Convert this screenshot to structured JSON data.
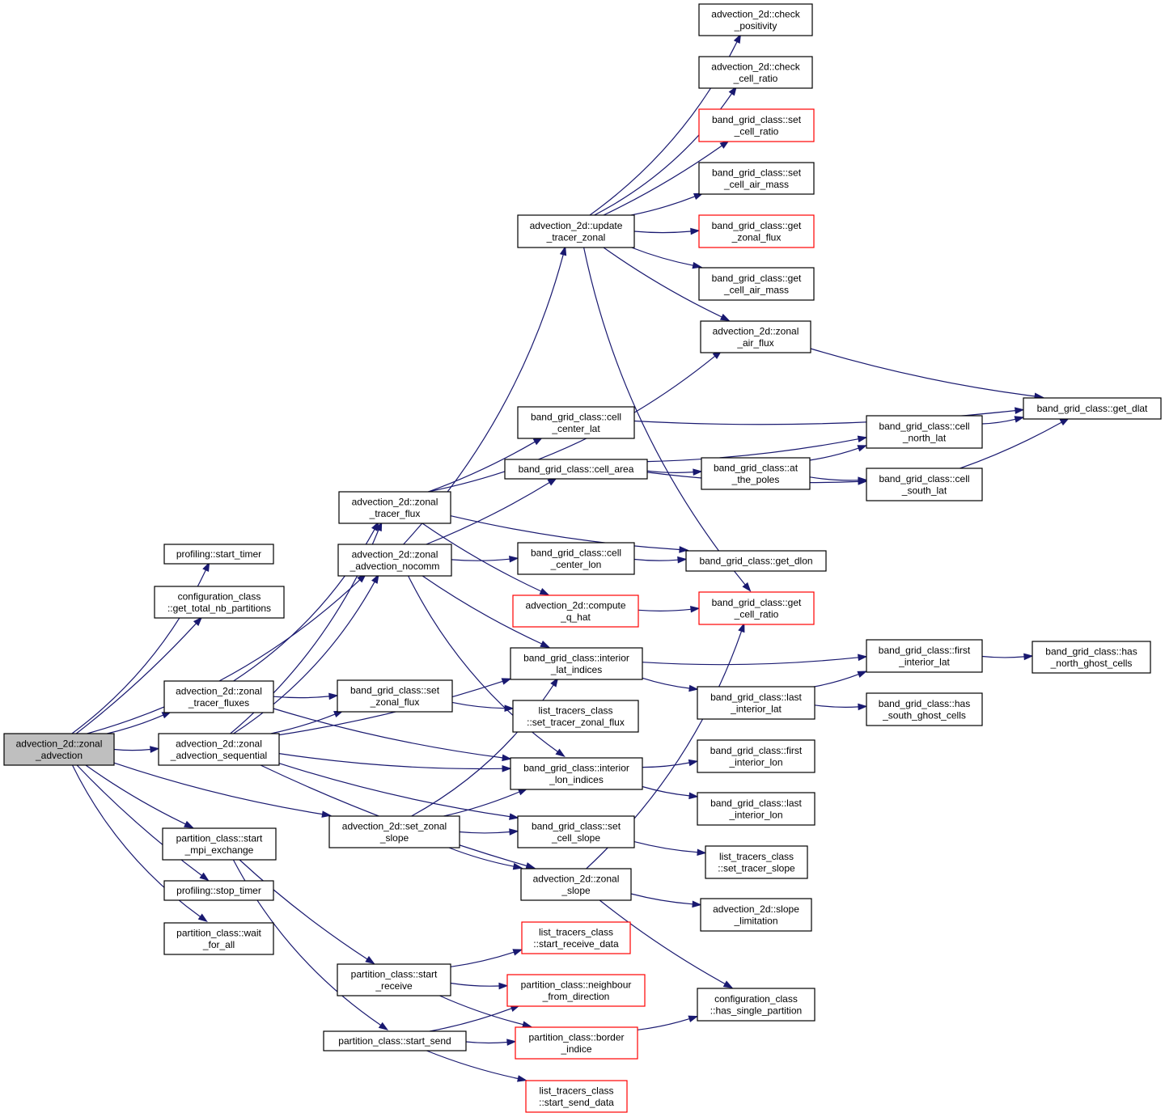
{
  "nodes": [
    {
      "id": "root",
      "lines": [
        "advection_2d::zonal",
        "_advection"
      ],
      "style": "root"
    },
    {
      "id": "prof_start",
      "lines": [
        "profiling::start_timer"
      ],
      "style": "normal"
    },
    {
      "id": "cfg_total",
      "lines": [
        "configuration_class",
        "::get_total_nb_partitions"
      ],
      "style": "normal"
    },
    {
      "id": "zonal_tracer_fluxes",
      "lines": [
        "advection_2d::zonal",
        "_tracer_fluxes"
      ],
      "style": "normal"
    },
    {
      "id": "zonal_adv_seq",
      "lines": [
        "advection_2d::zonal",
        "_advection_sequential"
      ],
      "style": "normal"
    },
    {
      "id": "start_mpi",
      "lines": [
        "partition_class::start",
        "_mpi_exchange"
      ],
      "style": "normal"
    },
    {
      "id": "prof_stop",
      "lines": [
        "profiling::stop_timer"
      ],
      "style": "normal"
    },
    {
      "id": "wait_all",
      "lines": [
        "partition_class::wait",
        "_for_all"
      ],
      "style": "normal"
    },
    {
      "id": "zonal_tracer_flux",
      "lines": [
        "advection_2d::zonal",
        "_tracer_flux"
      ],
      "style": "normal"
    },
    {
      "id": "zonal_adv_nocomm",
      "lines": [
        "advection_2d::zonal",
        "_advection_nocomm"
      ],
      "style": "normal"
    },
    {
      "id": "set_zonal_flux",
      "lines": [
        "band_grid_class::set",
        "_zonal_flux"
      ],
      "style": "normal"
    },
    {
      "id": "set_zonal_slope",
      "lines": [
        "advection_2d::set_zonal",
        "_slope"
      ],
      "style": "normal"
    },
    {
      "id": "start_receive",
      "lines": [
        "partition_class::start",
        "_receive"
      ],
      "style": "normal"
    },
    {
      "id": "start_send",
      "lines": [
        "partition_class::start_send"
      ],
      "style": "normal"
    },
    {
      "id": "update_tracer",
      "lines": [
        "advection_2d::update",
        "_tracer_zonal"
      ],
      "style": "normal"
    },
    {
      "id": "cell_center_lat",
      "lines": [
        "band_grid_class::cell",
        "_center_lat"
      ],
      "style": "normal"
    },
    {
      "id": "cell_area",
      "lines": [
        "band_grid_class::cell_area"
      ],
      "style": "normal"
    },
    {
      "id": "cell_center_lon",
      "lines": [
        "band_grid_class::cell",
        "_center_lon"
      ],
      "style": "normal"
    },
    {
      "id": "compute_q_hat",
      "lines": [
        "advection_2d::compute",
        "_q_hat"
      ],
      "style": "red"
    },
    {
      "id": "interior_lat",
      "lines": [
        "band_grid_class::interior",
        "_lat_indices"
      ],
      "style": "normal"
    },
    {
      "id": "set_tracer_zonal_flux",
      "lines": [
        "list_tracers_class",
        "::set_tracer_zonal_flux"
      ],
      "style": "normal"
    },
    {
      "id": "interior_lon",
      "lines": [
        "band_grid_class::interior",
        "_lon_indices"
      ],
      "style": "normal"
    },
    {
      "id": "set_cell_slope",
      "lines": [
        "band_grid_class::set",
        "_cell_slope"
      ],
      "style": "normal"
    },
    {
      "id": "zonal_slope",
      "lines": [
        "advection_2d::zonal",
        "_slope"
      ],
      "style": "normal"
    },
    {
      "id": "start_receive_data",
      "lines": [
        "list_tracers_class",
        "::start_receive_data"
      ],
      "style": "red"
    },
    {
      "id": "neighbour_dir",
      "lines": [
        "partition_class::neighbour",
        "_from_direction"
      ],
      "style": "red"
    },
    {
      "id": "border_indice",
      "lines": [
        "partition_class::border",
        "_indice"
      ],
      "style": "red"
    },
    {
      "id": "start_send_data",
      "lines": [
        "list_tracers_class",
        "::start_send_data"
      ],
      "style": "red"
    },
    {
      "id": "check_positivity",
      "lines": [
        "advection_2d::check",
        "_positivity"
      ],
      "style": "normal"
    },
    {
      "id": "check_cell_ratio",
      "lines": [
        "advection_2d::check",
        "_cell_ratio"
      ],
      "style": "normal"
    },
    {
      "id": "set_cell_ratio",
      "lines": [
        "band_grid_class::set",
        "_cell_ratio"
      ],
      "style": "red"
    },
    {
      "id": "set_cell_air_mass",
      "lines": [
        "band_grid_class::set",
        "_cell_air_mass"
      ],
      "style": "normal"
    },
    {
      "id": "get_zonal_flux",
      "lines": [
        "band_grid_class::get",
        "_zonal_flux"
      ],
      "style": "red"
    },
    {
      "id": "get_cell_air_mass",
      "lines": [
        "band_grid_class::get",
        "_cell_air_mass"
      ],
      "style": "normal"
    },
    {
      "id": "zonal_air_flux",
      "lines": [
        "advection_2d::zonal",
        "_air_flux"
      ],
      "style": "normal"
    },
    {
      "id": "at_the_poles",
      "lines": [
        "band_grid_class::at",
        "_the_poles"
      ],
      "style": "normal"
    },
    {
      "id": "get_dlon",
      "lines": [
        "band_grid_class::get_dlon"
      ],
      "style": "normal"
    },
    {
      "id": "get_cell_ratio",
      "lines": [
        "band_grid_class::get",
        "_cell_ratio"
      ],
      "style": "red"
    },
    {
      "id": "last_interior_lat",
      "lines": [
        "band_grid_class::last",
        "_interior_lat"
      ],
      "style": "normal"
    },
    {
      "id": "first_interior_lon",
      "lines": [
        "band_grid_class::first",
        "_interior_lon"
      ],
      "style": "normal"
    },
    {
      "id": "last_interior_lon",
      "lines": [
        "band_grid_class::last",
        "_interior_lon"
      ],
      "style": "normal"
    },
    {
      "id": "set_tracer_slope",
      "lines": [
        "list_tracers_class",
        "::set_tracer_slope"
      ],
      "style": "normal"
    },
    {
      "id": "slope_limitation",
      "lines": [
        "advection_2d::slope",
        "_limitation"
      ],
      "style": "normal"
    },
    {
      "id": "has_single_partition",
      "lines": [
        "configuration_class",
        "::has_single_partition"
      ],
      "style": "normal"
    },
    {
      "id": "cell_north_lat",
      "lines": [
        "band_grid_class::cell",
        "_north_lat"
      ],
      "style": "normal"
    },
    {
      "id": "cell_south_lat",
      "lines": [
        "band_grid_class::cell",
        "_south_lat"
      ],
      "style": "normal"
    },
    {
      "id": "first_interior_lat",
      "lines": [
        "band_grid_class::first",
        "_interior_lat"
      ],
      "style": "normal"
    },
    {
      "id": "has_south_ghost",
      "lines": [
        "band_grid_class::has",
        "_south_ghost_cells"
      ],
      "style": "normal"
    },
    {
      "id": "get_dlat",
      "lines": [
        "band_grid_class::get_dlat"
      ],
      "style": "normal"
    },
    {
      "id": "has_north_ghost",
      "lines": [
        "band_grid_class::has",
        "_north_ghost_cells"
      ],
      "style": "normal"
    }
  ],
  "edges": [
    [
      "root",
      "prof_start"
    ],
    [
      "root",
      "cfg_total"
    ],
    [
      "root",
      "zonal_tracer_fluxes"
    ],
    [
      "root",
      "zonal_adv_seq"
    ],
    [
      "root",
      "start_mpi"
    ],
    [
      "root",
      "prof_stop"
    ],
    [
      "root",
      "wait_all"
    ],
    [
      "root",
      "zonal_adv_nocomm"
    ],
    [
      "root",
      "set_zonal_slope"
    ],
    [
      "zonal_tracer_fluxes",
      "zonal_tracer_flux"
    ],
    [
      "zonal_tracer_fluxes",
      "set_zonal_flux"
    ],
    [
      "zonal_tracer_fluxes",
      "interior_lon"
    ],
    [
      "zonal_adv_seq",
      "zonal_tracer_flux"
    ],
    [
      "zonal_adv_seq",
      "zonal_adv_nocomm"
    ],
    [
      "zonal_adv_seq",
      "set_zonal_flux"
    ],
    [
      "zonal_adv_seq",
      "interior_lat"
    ],
    [
      "zonal_adv_seq",
      "interior_lon"
    ],
    [
      "zonal_adv_seq",
      "set_cell_slope"
    ],
    [
      "zonal_adv_seq",
      "zonal_slope"
    ],
    [
      "start_mpi",
      "start_receive"
    ],
    [
      "start_mpi",
      "start_send"
    ],
    [
      "zonal_tracer_flux",
      "zonal_air_flux"
    ],
    [
      "zonal_tracer_flux",
      "cell_center_lat"
    ],
    [
      "zonal_tracer_flux",
      "get_dlon"
    ],
    [
      "zonal_tracer_flux",
      "compute_q_hat"
    ],
    [
      "zonal_adv_nocomm",
      "update_tracer"
    ],
    [
      "zonal_adv_nocomm",
      "cell_area"
    ],
    [
      "zonal_adv_nocomm",
      "cell_center_lon"
    ],
    [
      "zonal_adv_nocomm",
      "interior_lat"
    ],
    [
      "zonal_adv_nocomm",
      "interior_lon"
    ],
    [
      "set_zonal_flux",
      "set_tracer_zonal_flux"
    ],
    [
      "set_zonal_slope",
      "interior_lat"
    ],
    [
      "set_zonal_slope",
      "interior_lon"
    ],
    [
      "set_zonal_slope",
      "set_cell_slope"
    ],
    [
      "set_zonal_slope",
      "zonal_slope"
    ],
    [
      "start_receive",
      "start_receive_data"
    ],
    [
      "start_receive",
      "neighbour_dir"
    ],
    [
      "start_receive",
      "border_indice"
    ],
    [
      "start_send",
      "neighbour_dir"
    ],
    [
      "start_send",
      "border_indice"
    ],
    [
      "start_send",
      "start_send_data"
    ],
    [
      "update_tracer",
      "check_positivity"
    ],
    [
      "update_tracer",
      "check_cell_ratio"
    ],
    [
      "update_tracer",
      "set_cell_ratio"
    ],
    [
      "update_tracer",
      "set_cell_air_mass"
    ],
    [
      "update_tracer",
      "get_zonal_flux"
    ],
    [
      "update_tracer",
      "get_cell_air_mass"
    ],
    [
      "update_tracer",
      "zonal_air_flux"
    ],
    [
      "update_tracer",
      "get_cell_ratio"
    ],
    [
      "cell_center_lat",
      "get_dlat"
    ],
    [
      "cell_area",
      "at_the_poles"
    ],
    [
      "cell_area",
      "cell_north_lat"
    ],
    [
      "cell_area",
      "cell_south_lat"
    ],
    [
      "cell_center_lon",
      "get_dlon"
    ],
    [
      "compute_q_hat",
      "get_cell_ratio"
    ],
    [
      "interior_lat",
      "first_interior_lat"
    ],
    [
      "interior_lat",
      "last_interior_lat"
    ],
    [
      "interior_lon",
      "first_interior_lon"
    ],
    [
      "interior_lon",
      "last_interior_lon"
    ],
    [
      "set_cell_slope",
      "set_tracer_slope"
    ],
    [
      "zonal_slope",
      "get_cell_ratio"
    ],
    [
      "zonal_slope",
      "slope_limitation"
    ],
    [
      "zonal_slope",
      "has_single_partition"
    ],
    [
      "border_indice",
      "has_single_partition"
    ],
    [
      "zonal_air_flux",
      "get_dlat"
    ],
    [
      "at_the_poles",
      "cell_north_lat"
    ],
    [
      "at_the_poles",
      "cell_south_lat"
    ],
    [
      "cell_north_lat",
      "get_dlat"
    ],
    [
      "cell_south_lat",
      "get_dlat"
    ],
    [
      "first_interior_lat",
      "has_north_ghost"
    ],
    [
      "last_interior_lat",
      "first_interior_lat"
    ],
    [
      "last_interior_lat",
      "has_south_ghost"
    ]
  ]
}
